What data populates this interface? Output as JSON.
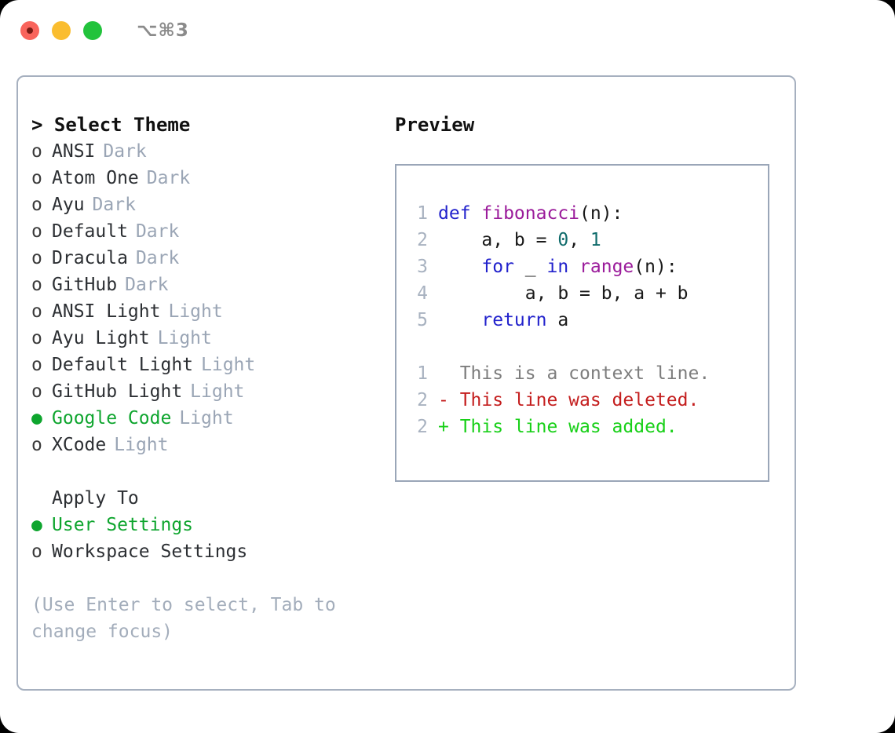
{
  "window": {
    "shortcut": "⌥⌘3",
    "traffic_lights": [
      "close-red",
      "minimize-yellow",
      "maximize-green"
    ]
  },
  "theme_picker": {
    "header": "> Select Theme",
    "items": [
      {
        "marker": "o",
        "name": "ANSI",
        "tag": "Dark",
        "selected": false
      },
      {
        "marker": "o",
        "name": "Atom One",
        "tag": "Dark",
        "selected": false
      },
      {
        "marker": "o",
        "name": "Ayu",
        "tag": "Dark",
        "selected": false
      },
      {
        "marker": "o",
        "name": "Default",
        "tag": "Dark",
        "selected": false
      },
      {
        "marker": "o",
        "name": "Dracula",
        "tag": "Dark",
        "selected": false
      },
      {
        "marker": "o",
        "name": "GitHub",
        "tag": "Dark",
        "selected": false
      },
      {
        "marker": "o",
        "name": "ANSI Light",
        "tag": "Light",
        "selected": false
      },
      {
        "marker": "o",
        "name": "Ayu Light",
        "tag": "Light",
        "selected": false
      },
      {
        "marker": "o",
        "name": "Default Light",
        "tag": "Light",
        "selected": false
      },
      {
        "marker": "o",
        "name": "GitHub Light",
        "tag": "Light",
        "selected": false
      },
      {
        "marker": "●",
        "name": "Google Code",
        "tag": "Light",
        "selected": true
      },
      {
        "marker": "o",
        "name": "XCode",
        "tag": "Light",
        "selected": false
      }
    ]
  },
  "apply_to": {
    "header": "Apply To",
    "items": [
      {
        "marker": "●",
        "name": "User Settings",
        "selected": true
      },
      {
        "marker": "o",
        "name": "Workspace Settings",
        "selected": false
      }
    ]
  },
  "hint": "(Use Enter to select, Tab to change focus)",
  "preview": {
    "title": "Preview",
    "code_lines": [
      {
        "num": "1",
        "tokens": [
          {
            "t": "def ",
            "c": "kw"
          },
          {
            "t": "fibonacci",
            "c": "fn"
          },
          {
            "t": "(n):",
            "c": "ctext"
          }
        ]
      },
      {
        "num": "2",
        "tokens": [
          {
            "t": "    a, b = ",
            "c": "ctext"
          },
          {
            "t": "0",
            "c": "num"
          },
          {
            "t": ", ",
            "c": "ctext"
          },
          {
            "t": "1",
            "c": "num"
          }
        ]
      },
      {
        "num": "3",
        "tokens": [
          {
            "t": "    ",
            "c": "ctext"
          },
          {
            "t": "for",
            "c": "kw"
          },
          {
            "t": " _ ",
            "c": "ctext"
          },
          {
            "t": "in",
            "c": "kw"
          },
          {
            "t": " ",
            "c": "ctext"
          },
          {
            "t": "range",
            "c": "fn"
          },
          {
            "t": "(n):",
            "c": "ctext"
          }
        ]
      },
      {
        "num": "4",
        "tokens": [
          {
            "t": "        a, b = b, a + b",
            "c": "ctext"
          }
        ]
      },
      {
        "num": "5",
        "tokens": [
          {
            "t": "    ",
            "c": "ctext"
          },
          {
            "t": "return",
            "c": "kw"
          },
          {
            "t": " a",
            "c": "ctext"
          }
        ]
      }
    ],
    "diff_lines": [
      {
        "num": "1",
        "text": "  This is a context line.",
        "kind": "ctx"
      },
      {
        "num": "2",
        "text": "- This line was deleted.",
        "kind": "del"
      },
      {
        "num": "2",
        "text": "+ This line was added.",
        "kind": "add"
      }
    ]
  },
  "colors": {
    "accent_green": "#0ea52e",
    "muted": "#9aa5b5",
    "keyword": "#2222cc",
    "function": "#9b1c9b",
    "number": "#0f6b6b",
    "diff_added": "#18d018",
    "diff_deleted": "#c41e1e",
    "border": "#a6b0bf"
  }
}
